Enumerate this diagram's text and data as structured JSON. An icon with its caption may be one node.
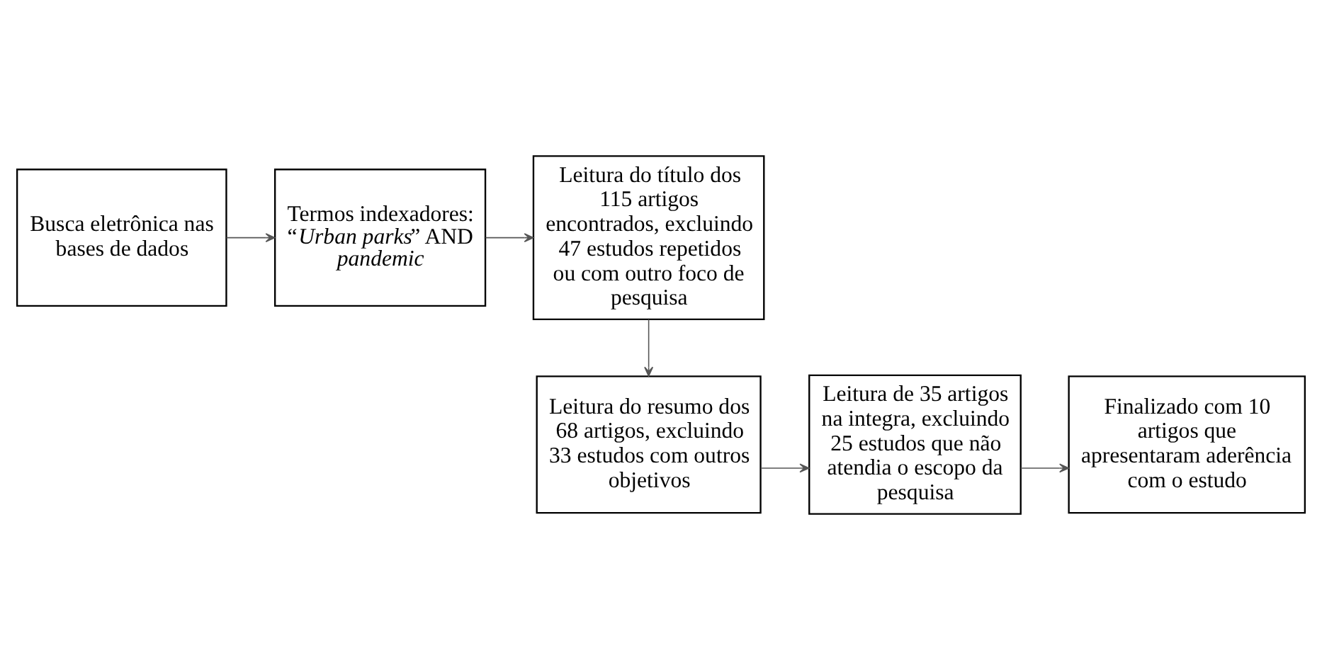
{
  "diagram": {
    "nodes": [
      {
        "text": [
          "Busca eletrônica nas bases de dados"
        ]
      },
      {
        "text": [
          "Termos indexadores: “*Urban parks*” AND *pandemic*"
        ]
      },
      {
        "text": [
          "Leitura do título dos 115 artigos encontrados, excluindo 47 estudos repetidos ou com outro foco de pesquisa"
        ]
      },
      {
        "text": [
          "Leitura do resumo dos 68 artigos, excluindo 33 estudos com outros objetivos"
        ]
      },
      {
        "text": [
          "Leitura de 35 artigos na integra, excluindo 25 estudos que não atendia o escopo da pesquisa"
        ]
      },
      {
        "text": [
          "Finalizado com 10 artigos que apresentaram aderência com o estudo"
        ]
      }
    ],
    "edges": [
      {
        "from": 0,
        "to": 1,
        "arrow": "to"
      },
      {
        "from": 1,
        "to": 2,
        "arrow": "to"
      },
      {
        "from": 2,
        "to": 3,
        "arrow": "to"
      },
      {
        "from": 3,
        "to": 4,
        "arrow": "to"
      },
      {
        "from": 4,
        "to": 5,
        "arrow": "to"
      }
    ]
  }
}
